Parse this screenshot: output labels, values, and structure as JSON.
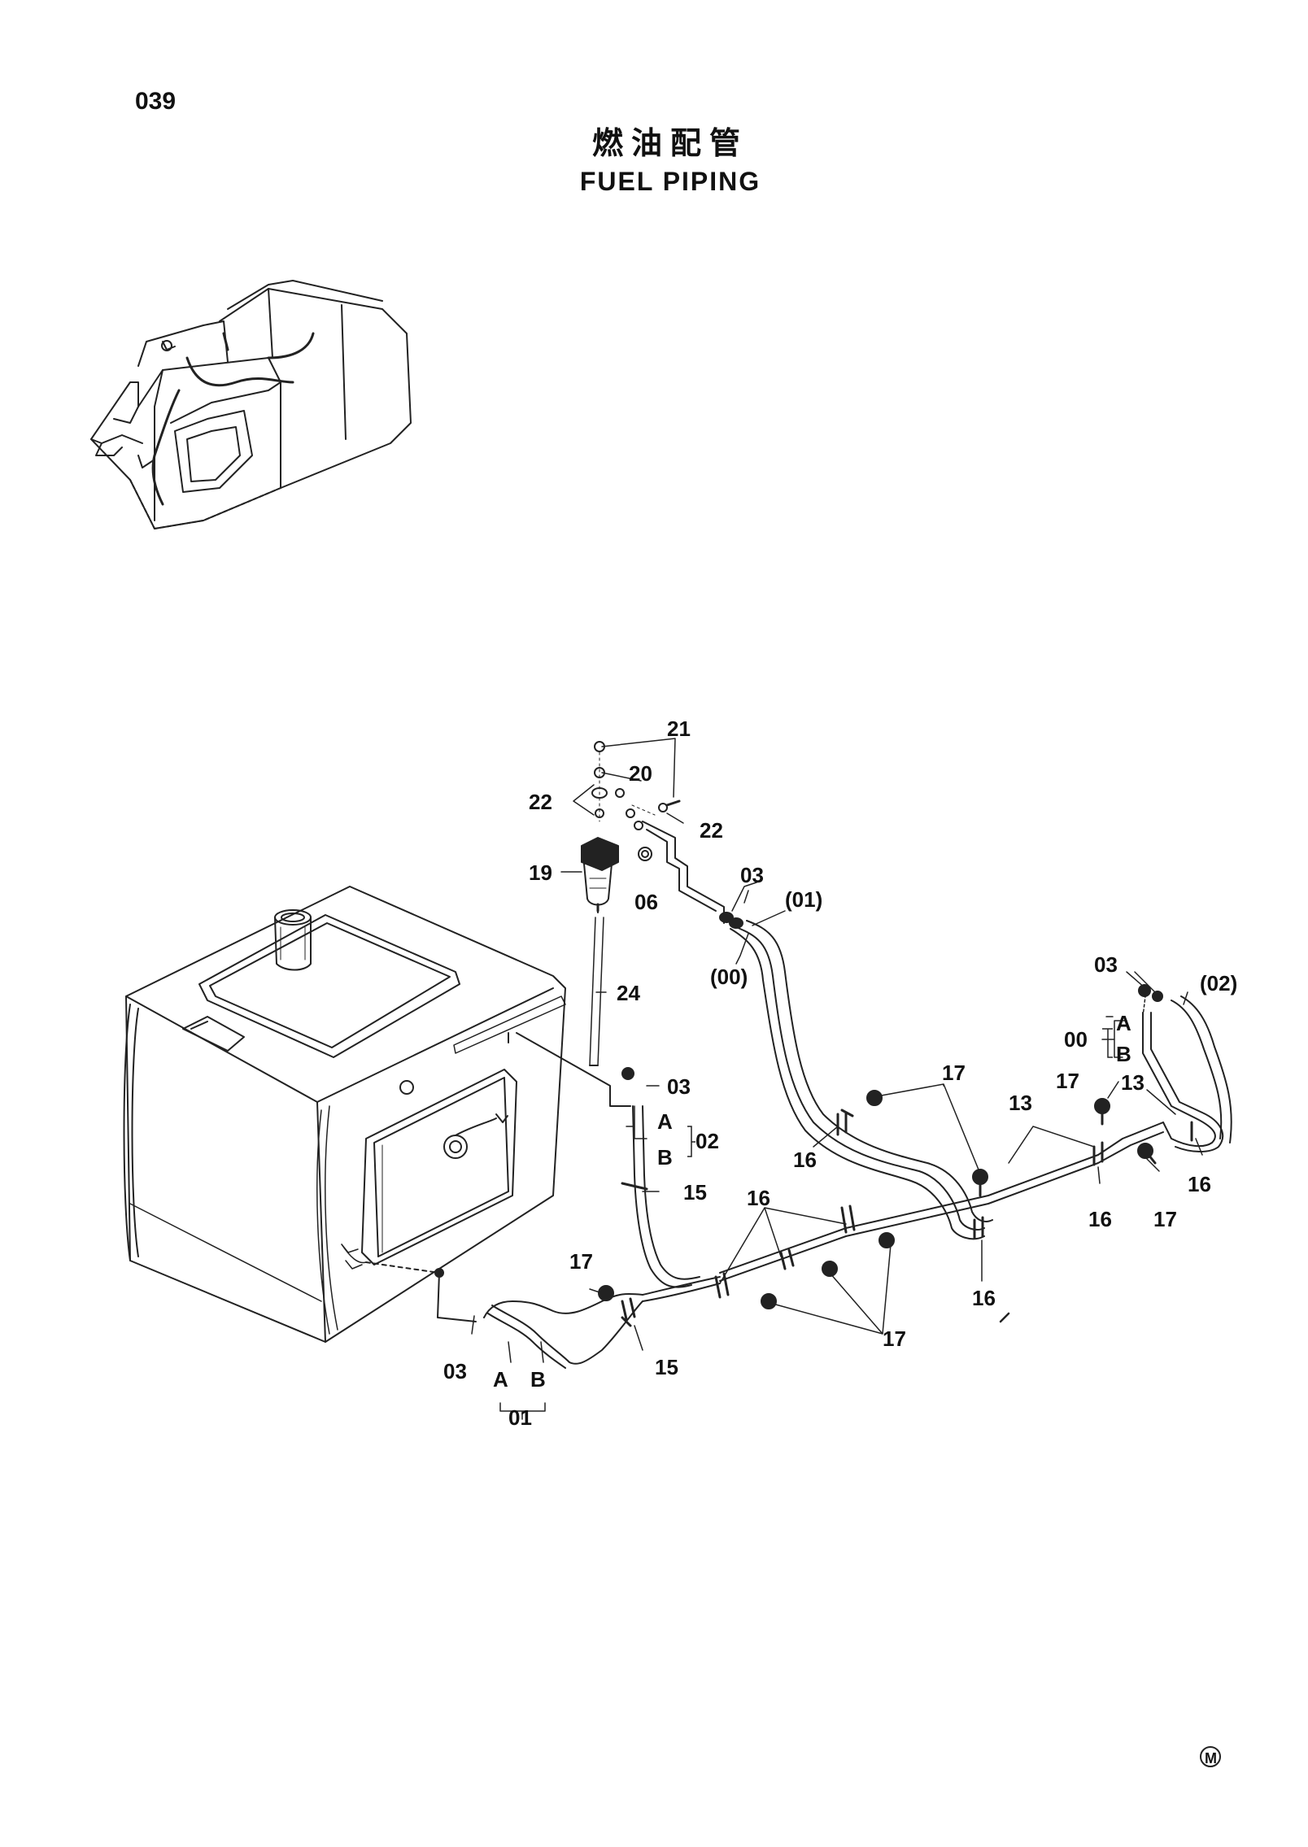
{
  "page_number": "039",
  "title_cn": "燃油配管",
  "title_en": "FUEL PIPING",
  "callouts": [
    {
      "id": "c21",
      "text": "21"
    },
    {
      "id": "c20",
      "text": "20"
    },
    {
      "id": "c22a",
      "text": "22"
    },
    {
      "id": "c22b",
      "text": "22"
    },
    {
      "id": "c19",
      "text": "19"
    },
    {
      "id": "c06",
      "text": "06"
    },
    {
      "id": "c03a",
      "text": "03"
    },
    {
      "id": "c01p",
      "text": "(01)"
    },
    {
      "id": "c00p",
      "text": "(00)"
    },
    {
      "id": "c24",
      "text": "24"
    },
    {
      "id": "c03b",
      "text": "03"
    },
    {
      "id": "c02p",
      "text": "(02)"
    },
    {
      "id": "c00",
      "text": "00"
    },
    {
      "id": "cA1",
      "text": "A"
    },
    {
      "id": "cB1",
      "text": "B"
    },
    {
      "id": "c03c",
      "text": "03"
    },
    {
      "id": "cA2",
      "text": "A"
    },
    {
      "id": "cB2",
      "text": "B"
    },
    {
      "id": "c02",
      "text": "02"
    },
    {
      "id": "c15a",
      "text": "15"
    },
    {
      "id": "c17a",
      "text": "17"
    },
    {
      "id": "c17b",
      "text": "17"
    },
    {
      "id": "c13a",
      "text": "13"
    },
    {
      "id": "c13b",
      "text": "13"
    },
    {
      "id": "c16a",
      "text": "16"
    },
    {
      "id": "c16b",
      "text": "16"
    },
    {
      "id": "c16c",
      "text": "16"
    },
    {
      "id": "c16d",
      "text": "16"
    },
    {
      "id": "c17c",
      "text": "17"
    },
    {
      "id": "c16e",
      "text": "16"
    },
    {
      "id": "c17d",
      "text": "17"
    },
    {
      "id": "c17e",
      "text": "17"
    },
    {
      "id": "c15b",
      "text": "15"
    },
    {
      "id": "c03d",
      "text": "03"
    },
    {
      "id": "cA3",
      "text": "A"
    },
    {
      "id": "cB3",
      "text": "B"
    },
    {
      "id": "c01",
      "text": "01"
    }
  ],
  "mark": "M"
}
